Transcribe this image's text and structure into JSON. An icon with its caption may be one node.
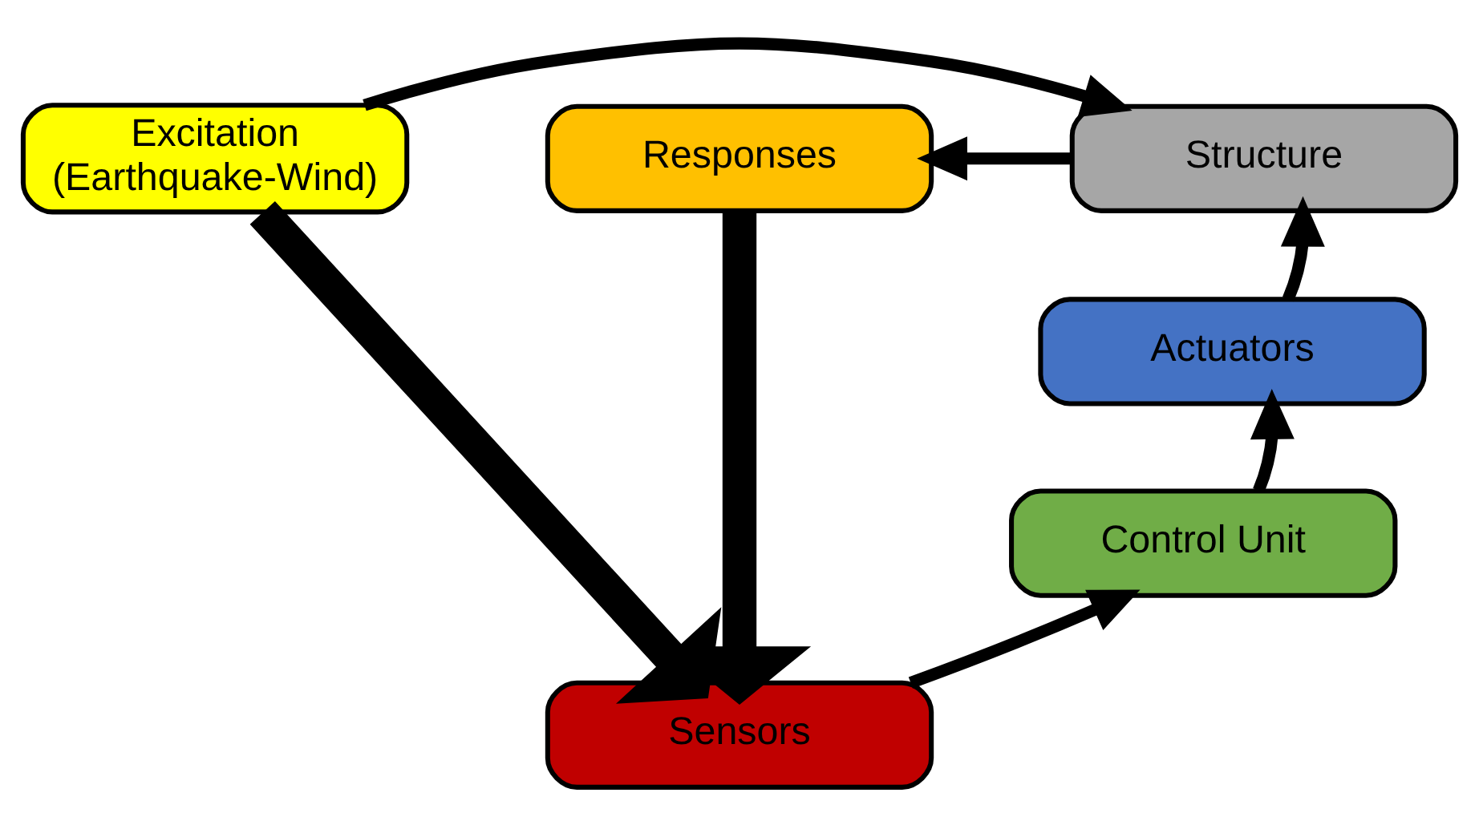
{
  "diagram": {
    "nodes": [
      {
        "text": [
          "Excitation",
          "(Earthquake-Wind)"
        ]
      },
      {
        "text": [
          "Structure"
        ]
      },
      {
        "text": [
          "Responses"
        ]
      },
      {
        "text": [
          "Actuators"
        ]
      },
      {
        "text": [
          "Control Unit"
        ]
      },
      {
        "text": [
          "Sensors"
        ]
      }
    ],
    "edges": [
      {
        "from": 0,
        "to": 1,
        "arrow": "to"
      },
      {
        "from": 1,
        "to": 2,
        "arrow": "to"
      },
      {
        "from": 3,
        "to": 1,
        "arrow": "to"
      },
      {
        "from": 4,
        "to": 3,
        "arrow": "to"
      },
      {
        "from": 5,
        "to": 4,
        "arrow": "to"
      },
      {
        "from": 0,
        "to": 5,
        "arrow": "to",
        "style": "thick"
      },
      {
        "from": 2,
        "to": 5,
        "arrow": "to",
        "style": "thick"
      }
    ]
  }
}
